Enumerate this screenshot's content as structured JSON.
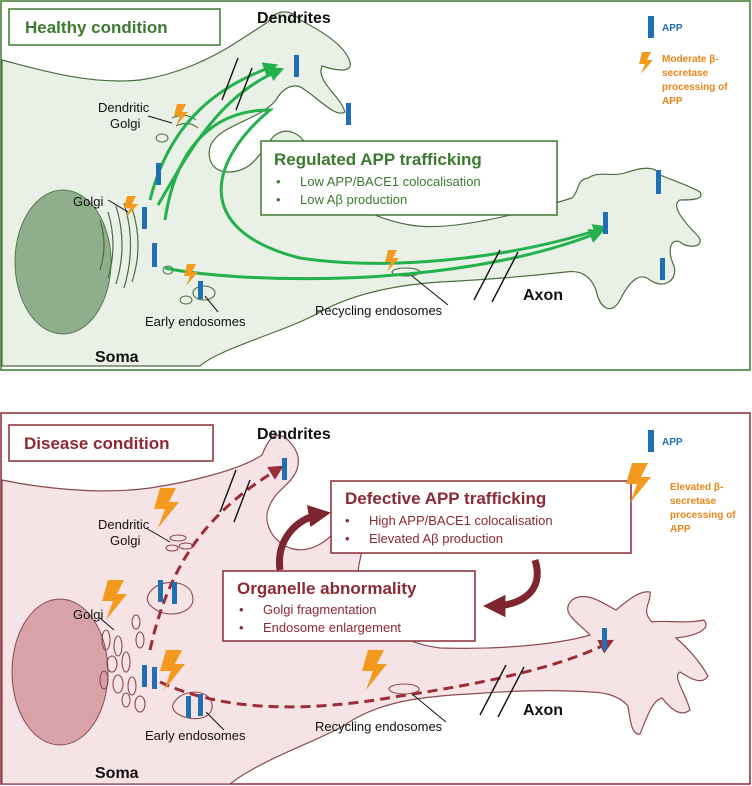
{
  "colors": {
    "healthy_accent": "#3b7a2f",
    "healthy_fill": "#e9f0e6",
    "healthy_arrow": "#22b14c",
    "disease_accent": "#8b2a32",
    "disease_fill": "#f6e3e5",
    "app_blue": "#1f6fb5",
    "lightning_orange": "#f39a1e"
  },
  "healthy": {
    "title": "Healthy condition",
    "dendrites": "Dendrites",
    "dendritic_golgi_1": "Dendritic",
    "dendritic_golgi_2": "Golgi",
    "golgi": "Golgi",
    "early_endosomes": "Early endosomes",
    "recycling_endosomes": "Recycling endosomes",
    "axon": "Axon",
    "soma": "Soma",
    "box_title": "Regulated APP trafficking",
    "bullets": [
      "Low APP/BACE1 colocalisation",
      "Low Aβ production"
    ],
    "legend_app": "APP",
    "legend_secretase": [
      "Moderate β-",
      "secretase",
      "processing of",
      "APP"
    ]
  },
  "disease": {
    "title": "Disease condition",
    "dendrites": "Dendrites",
    "dendritic_golgi_1": "Dendritic",
    "dendritic_golgi_2": "Golgi",
    "golgi": "Golgi",
    "early_endosomes": "Early endosomes",
    "recycling_endosomes": "Recycling endosomes",
    "axon": "Axon",
    "soma": "Soma",
    "box1_title": "Defective APP trafficking",
    "box1_bullets": [
      "High APP/BACE1 colocalisation",
      "Elevated Aβ production"
    ],
    "box2_title": "Organelle abnormality",
    "box2_bullets": [
      "Golgi fragmentation",
      "Endosome enlargement"
    ],
    "legend_app": "APP",
    "legend_secretase": [
      "Elevated β-",
      "secretase",
      "processing of",
      "APP"
    ]
  }
}
